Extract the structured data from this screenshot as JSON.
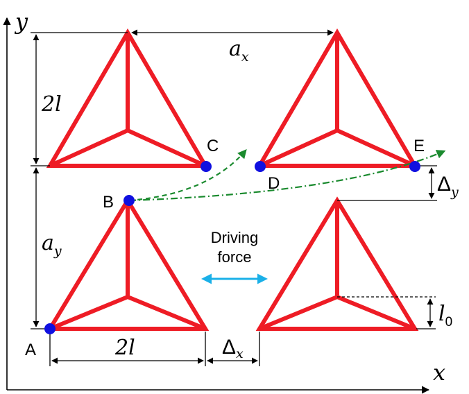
{
  "axes": {
    "x": "x",
    "y": "y"
  },
  "points": {
    "A": "A",
    "B": "B",
    "C": "C",
    "D": "D",
    "E": "E"
  },
  "dimensions": {
    "two_l_top": "2l",
    "two_l_bottom": "2l",
    "a_x_main": "a",
    "a_x_sub": "x",
    "a_y_main": "a",
    "a_y_sub": "y",
    "delta_x_main": "Δ",
    "delta_x_sub": "x",
    "delta_y_main": "Δ",
    "delta_y_sub": "y",
    "l0_main": "l",
    "l0_sub": "0"
  },
  "driving_force": {
    "line1": "Driving",
    "line2": "force"
  },
  "colors": {
    "triangle": "#ee1c25",
    "node": "#1010e0",
    "trajectory": "#1a8a2e",
    "force_arrow": "#1ab0e8",
    "annotation": "#000000"
  }
}
